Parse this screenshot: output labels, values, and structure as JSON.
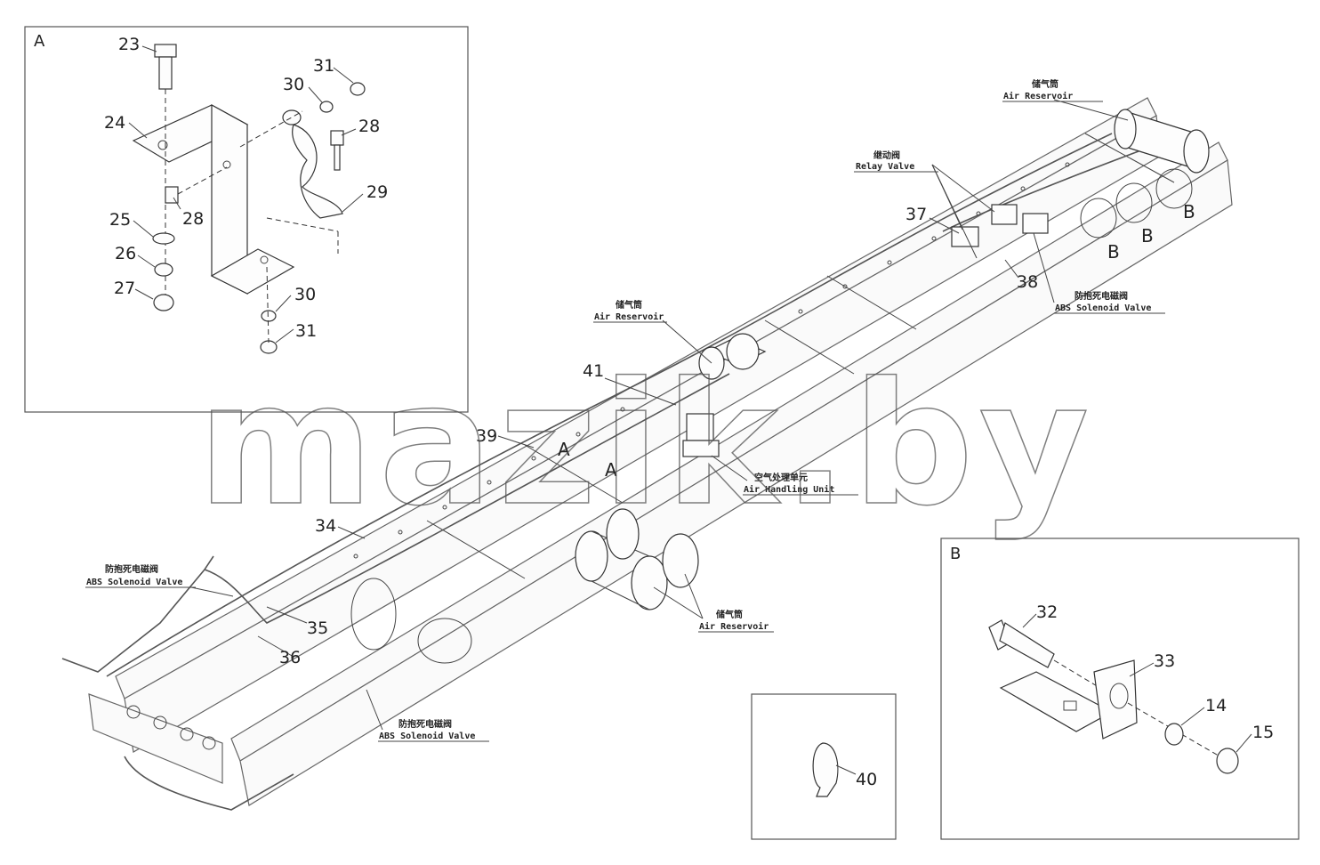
{
  "insets": {
    "a": {
      "title": "A",
      "labels": [
        "23",
        "24",
        "25",
        "26",
        "27",
        "28",
        "28",
        "29",
        "30",
        "31",
        "30",
        "31"
      ]
    },
    "b": {
      "title": "B",
      "labels": [
        "32",
        "33",
        "14",
        "15"
      ]
    },
    "c": {
      "labels": [
        "40"
      ]
    }
  },
  "callouts": {
    "air_reservoir_top": {
      "cn": "储气筒",
      "en": "Air Reservoir"
    },
    "relay_valve": {
      "cn": "继动阀",
      "en": "Relay Valve"
    },
    "abs_right": {
      "cn": "防抱死电磁阀",
      "en": "ABS Solenoid Valve"
    },
    "air_reservoir_mid": {
      "cn": "储气筒",
      "en": "Air Reservoir"
    },
    "air_handling_unit": {
      "cn": "空气处理单元",
      "en": "Air Handling Unit"
    },
    "abs_left": {
      "cn": "防抱死电磁阀",
      "en": "ABS Solenoid Valve"
    },
    "air_reservoir_bottom": {
      "cn": "储气筒",
      "en": "Air Reservoir"
    },
    "abs_bottom": {
      "cn": "防抱死电磁阀",
      "en": "ABS Solenoid Valve"
    }
  },
  "part_numbers": {
    "n37": "37",
    "n38": "38",
    "n41": "41",
    "n39": "39",
    "n34": "34",
    "n35": "35",
    "n36": "36"
  },
  "view_marks": {
    "a1": "A",
    "a2": "A",
    "b1": "B",
    "b2": "B",
    "b3": "B"
  },
  "watermark": "mazik.by"
}
